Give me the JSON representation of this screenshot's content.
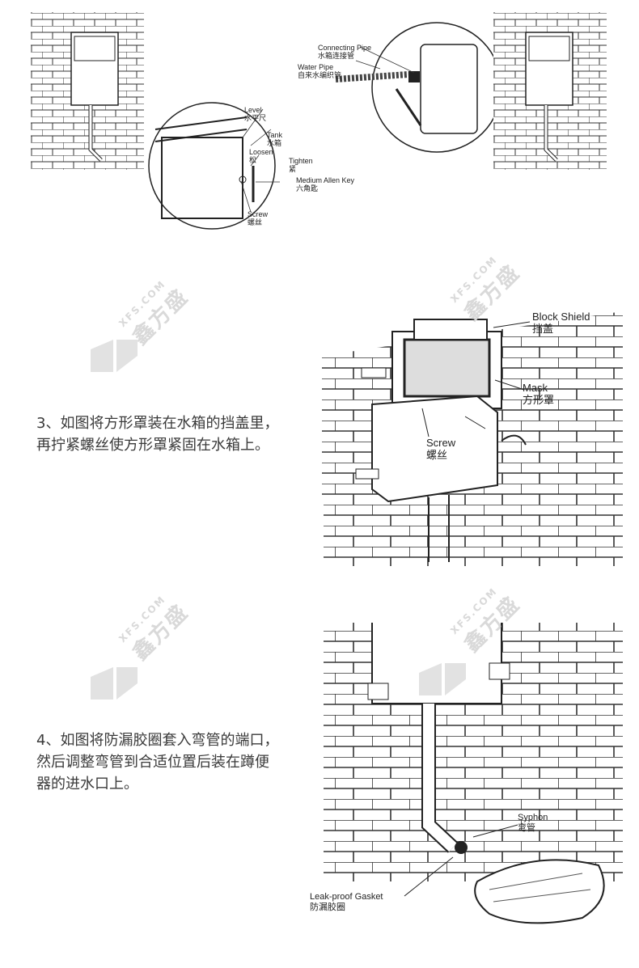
{
  "top_figure": {
    "labels": {
      "level": "Level",
      "level_cn": "水平尺",
      "tank": "Tank",
      "tank_cn": "水箱",
      "loosen": "Loosen",
      "loosen_cn": "松",
      "tighten": "Tighten",
      "tighten_cn": "紧",
      "allen_key": "Medium Allen Key",
      "allen_key_cn": "六角匙",
      "screw": "Screw",
      "screw_cn": "螺丝",
      "connecting_pipe": "Connecting Pipe",
      "connecting_pipe_cn": "水箱连接管",
      "water_pipe": "Water Pipe",
      "water_pipe_cn": "自来水编织管"
    }
  },
  "step3": {
    "text": "3、如图将方形罩装在水箱的挡盖里，再拧紧螺丝使方形罩紧固在水箱上。",
    "labels": {
      "block_shield": "Block Shield",
      "block_shield_cn": "挡盖",
      "mask": "Mask",
      "mask_cn": "方形罩",
      "screw": "Screw",
      "screw_cn": "螺丝"
    }
  },
  "step4": {
    "text": "4、如图将防漏胶圈套入弯管的端口，然后调整弯管到合适位置后装在蹲便器的进水口上。",
    "labels": {
      "syphon": "Syphon",
      "syphon_cn": "弯管",
      "gasket": "Leak-proof Gasket",
      "gasket_cn": "防漏胶圈"
    }
  },
  "watermark": {
    "domain": "XFS.COM",
    "brand": "鑫方盛"
  }
}
